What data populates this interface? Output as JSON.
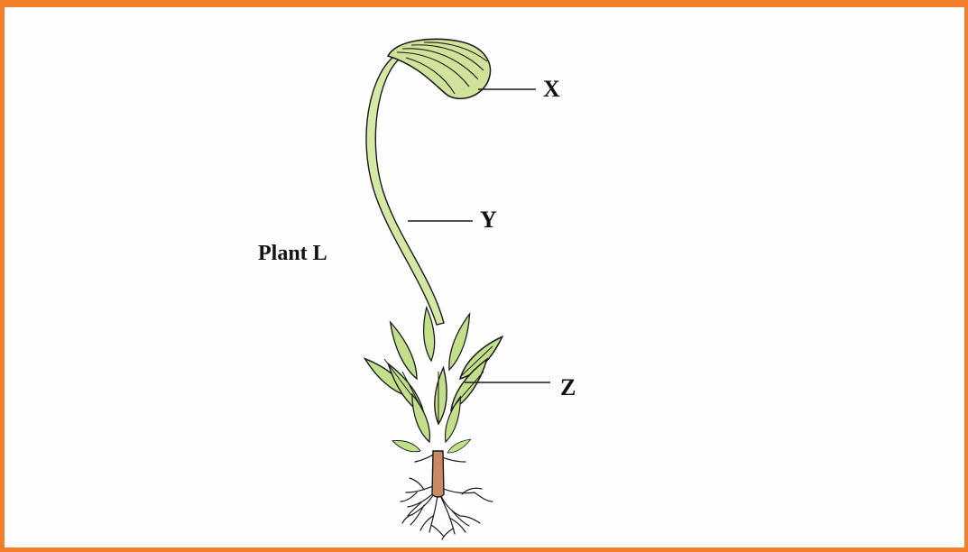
{
  "diagram": {
    "title": "Plant L",
    "labels": {
      "x": "X",
      "y": "Y",
      "z": "Z"
    },
    "colors": {
      "frame": "#f47f2a",
      "leaf_fill": "#c4df8a",
      "leaf_light": "#e2efbe",
      "stem_fill": "#d5e8a4",
      "rhizoid_base": "#c98a63",
      "outline": "#1a1a1a"
    }
  }
}
